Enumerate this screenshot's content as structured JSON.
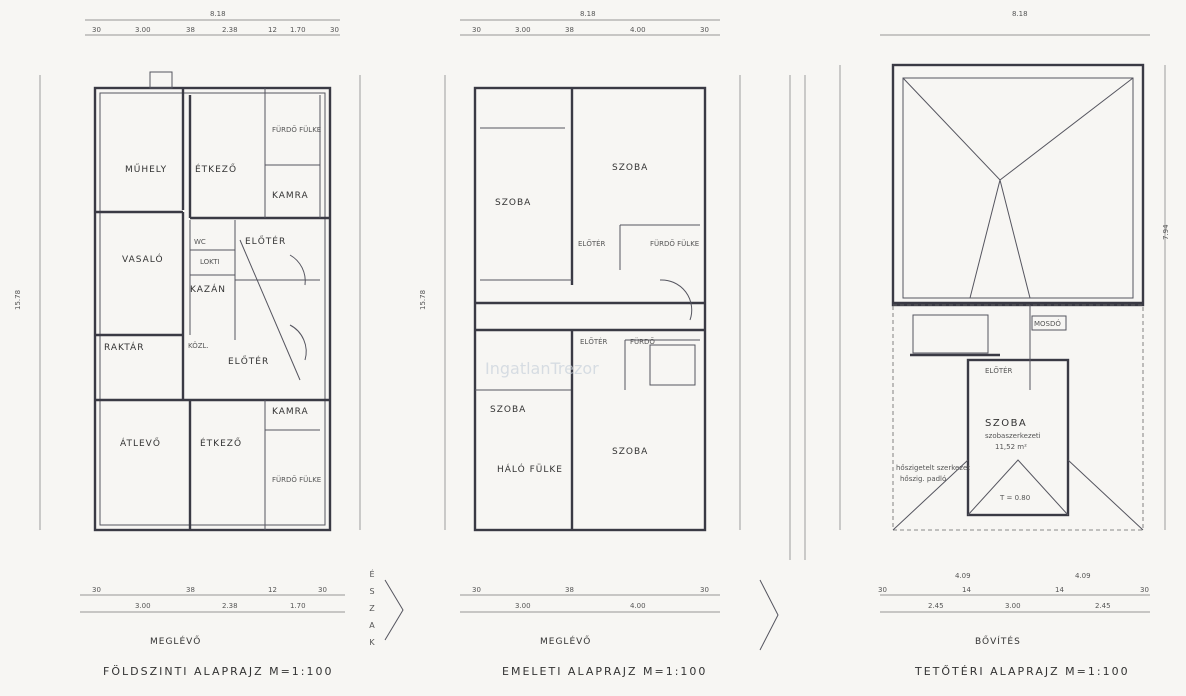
{
  "plans": [
    {
      "title": "FÖLDSZINTI ALAPRAJZ M=1:100",
      "status": "MEGLÉVŐ",
      "width_total": "8.18",
      "dims_top": [
        "30",
        "3.00",
        "38",
        "2.38",
        "12",
        "1.70",
        "30"
      ],
      "dims_bottom": [
        "30",
        "3.00",
        "38",
        "2.38",
        "12",
        "1.70",
        "30"
      ],
      "height_total": "15.78",
      "rooms": [
        "MŰHELY",
        "ÉTKEZŐ",
        "FÜRDŐ FÜLKE",
        "KAMRA",
        "VASALÓ",
        "WC",
        "ELŐTÉR",
        "LOKTI",
        "KAZÁN",
        "RAKTÁR",
        "KÖZL.",
        "ELŐTÉR",
        "ÁTLEVŐ",
        "ÉTKEZŐ",
        "KAMRA",
        "FÜRDŐ FÜLKE"
      ]
    },
    {
      "title": "EMELETI ALAPRAJZ M=1:100",
      "status": "MEGLÉVŐ",
      "width_total": "8.18",
      "dims_top": [
        "30",
        "3.00",
        "38",
        "4.00",
        "30"
      ],
      "dims_bottom": [
        "30",
        "3.00",
        "38",
        "4.00",
        "30"
      ],
      "height_total": "15.78",
      "rooms": [
        "SZOBA",
        "SZOBA",
        "ELŐTÉR",
        "FÜRDŐ FÜLKE",
        "ELŐTÉR",
        "FÜRDŐ",
        "SZOBA",
        "HÁLÓ FÜLKE",
        "SZOBA"
      ]
    },
    {
      "title": "TETŐTÉRI ALAPRAJZ M=1:100",
      "status": "BŐVÍTÉS",
      "width_total": "8.18",
      "dims_bottom": [
        "30",
        "2.45",
        "14",
        "3.00",
        "14",
        "2.45",
        "30"
      ],
      "dims_bottom_2": [
        "4.09",
        "4.09"
      ],
      "height_total": "7.94",
      "rooms": [
        "MOSDÓ",
        "ELŐTÉR",
        "SZOBA"
      ],
      "notes": [
        "szobaszerkezeti",
        "11,52 m²",
        "hőszigetelt szerkezet",
        "hőszig. padló",
        "T = 0.80"
      ]
    }
  ],
  "north_arrow": "ÉSZAK",
  "watermark": "IngatlanTrezor"
}
